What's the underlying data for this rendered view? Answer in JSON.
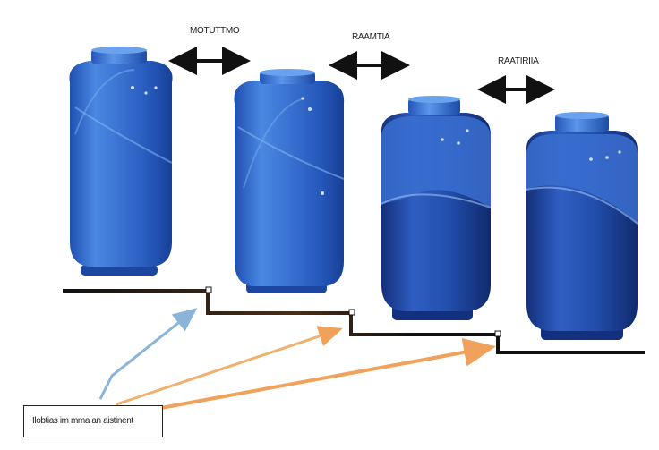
{
  "labels": {
    "gap_1": "MOTUTTMO",
    "gap_2": "RAAMTIA",
    "gap_3": "RAATIRIIA"
  },
  "caption": "Ilobtias im mma an aistinent",
  "colors": {
    "tank_light": "#4a86e0",
    "tank_mid": "#2a63c6",
    "tank_dark": "#173f96",
    "stair_line": "#111111",
    "arrow_blue": "#8ab4d8",
    "arrow_orange": "#f0a25a"
  }
}
